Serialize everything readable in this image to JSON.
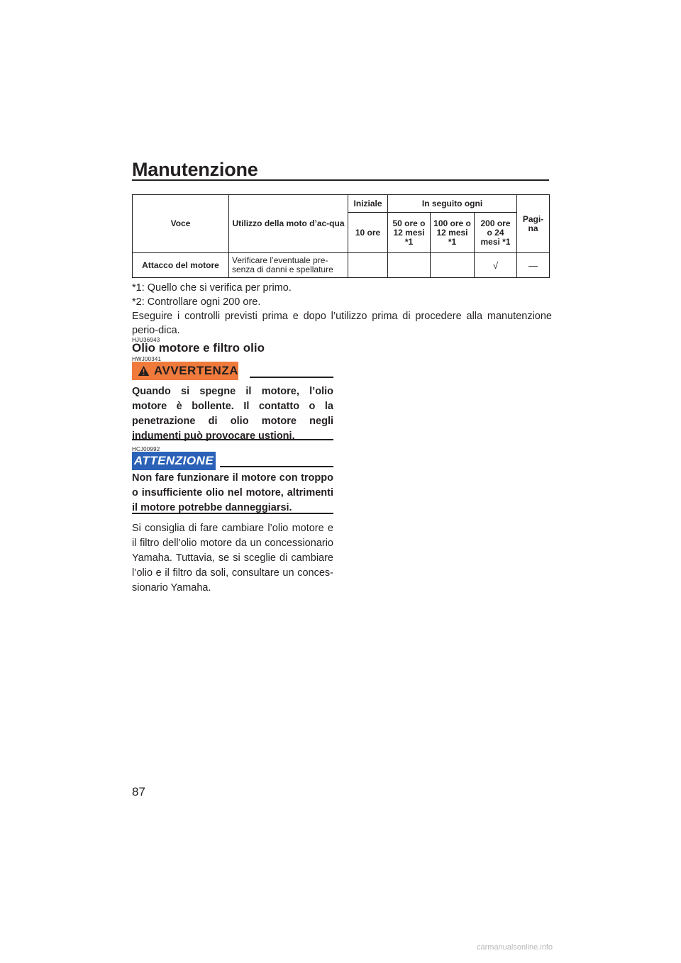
{
  "page": {
    "title": "Manutenzione",
    "number": "87"
  },
  "table": {
    "headers": {
      "item": "Voce",
      "usage": "Utilizzo della moto d’ac-qua",
      "initial": "Iniziale",
      "thereafter": "In seguito ogni",
      "page": "Pagi-na",
      "col_10": "10 ore",
      "col_50": "50 ore o 12 mesi *1",
      "col_100": "100 ore o 12 mesi *1",
      "col_200": "200 ore o 24 mesi *1"
    },
    "rows": [
      {
        "item": "Attacco del motore",
        "usage": "Verificare l’eventuale pre-senza di danni e spellature",
        "h10": "",
        "h50": "",
        "h100": "",
        "h200": "√",
        "page": "—"
      }
    ]
  },
  "notes": {
    "fn1": "*1: Quello che si verifica per primo.",
    "fn2": "*2: Controllare ogni 200 ore.",
    "intro": "Eseguire i controlli previsti prima e dopo l’utilizzo prima di procedere alla manutenzione perio-dica."
  },
  "section": {
    "code": "HJU36943",
    "title": "Olio motore e filtro olio"
  },
  "warning": {
    "code": "HWJ00341",
    "label": "AVVERTENZA",
    "text": "Quando si spegne il motore, l’olio motore è bollente. Il contatto o la penetrazione di olio motore negli indumenti può provocare ustioni.",
    "color": "#f07a3b"
  },
  "caution": {
    "code": "HCJ00992",
    "label": "ATTENZIONE",
    "text": "Non fare funzionare il motore con troppo o insufficiente olio nel motore, altrimenti il motore potrebbe danneggiarsi.",
    "color": "#2b62b8"
  },
  "body": {
    "text": "Si consiglia di fare cambiare l’olio motore e il filtro dell’olio motore da un concessionario Yamaha. Tuttavia, se si sceglie di cambiare l’olio e il filtro da soli, consultare un conces-sionario Yamaha."
  },
  "watermark": "carmanualsonline.info"
}
